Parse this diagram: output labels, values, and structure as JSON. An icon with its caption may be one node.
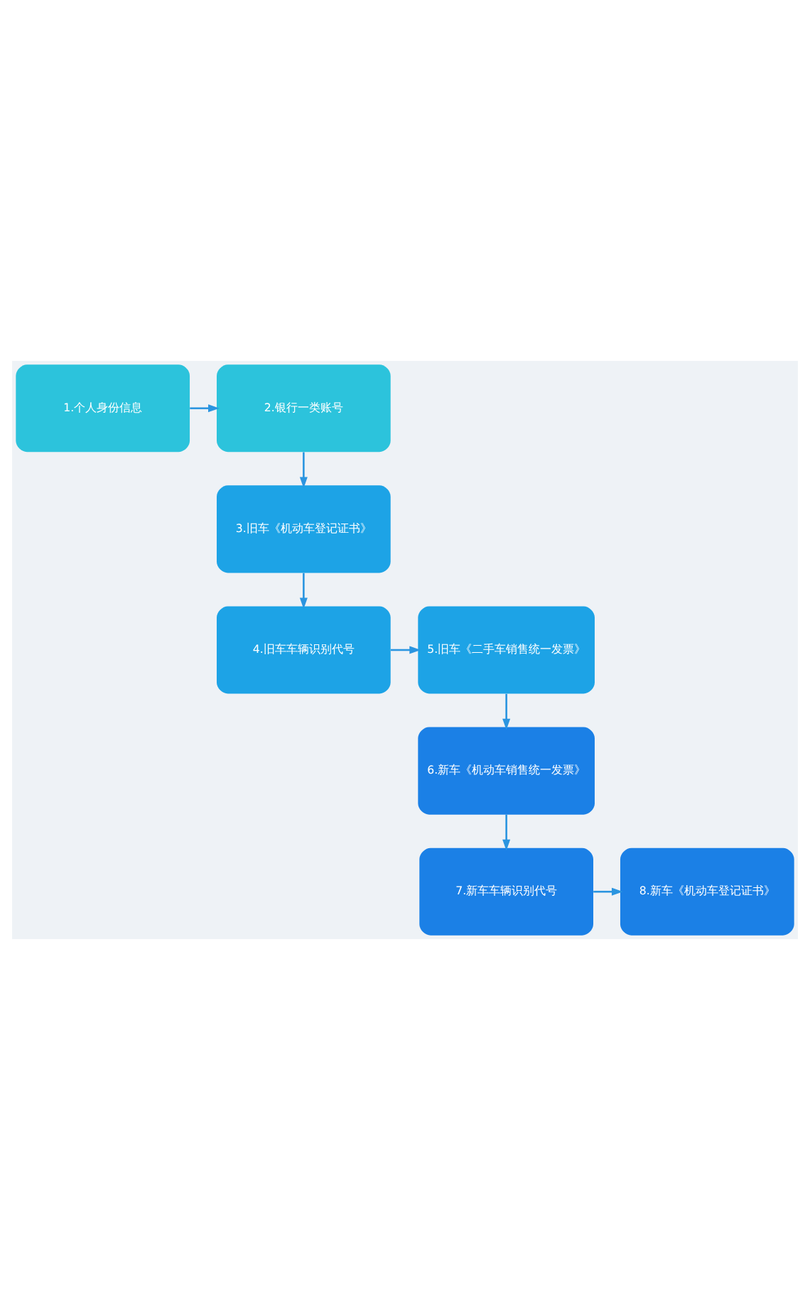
{
  "diagram": {
    "nodes": [
      {
        "text": [
          "1.个人身份信息"
        ]
      },
      {
        "text": [
          "2.银行一类账号"
        ]
      },
      {
        "text": [
          "3.旧车《机动车登记证书》"
        ]
      },
      {
        "text": [
          "4.旧车车辆识别代号"
        ]
      },
      {
        "text": [
          "5.旧车《二手车销售统一发票》"
        ]
      },
      {
        "text": [
          "6.新车《机动车销售统一发票》"
        ]
      },
      {
        "text": [
          "7.新车车辆识别代号"
        ]
      },
      {
        "text": [
          "8.新车《机动车登记证书》"
        ]
      }
    ],
    "edges": [
      {
        "from": 0,
        "to": 1,
        "arrow": "to"
      },
      {
        "from": 1,
        "to": 2,
        "arrow": "to"
      },
      {
        "from": 2,
        "to": 3,
        "arrow": "to"
      },
      {
        "from": 3,
        "to": 4,
        "arrow": "to"
      },
      {
        "from": 4,
        "to": 5,
        "arrow": "to"
      },
      {
        "from": 5,
        "to": 6,
        "arrow": "to"
      },
      {
        "from": 6,
        "to": 7,
        "arrow": "to"
      }
    ]
  }
}
